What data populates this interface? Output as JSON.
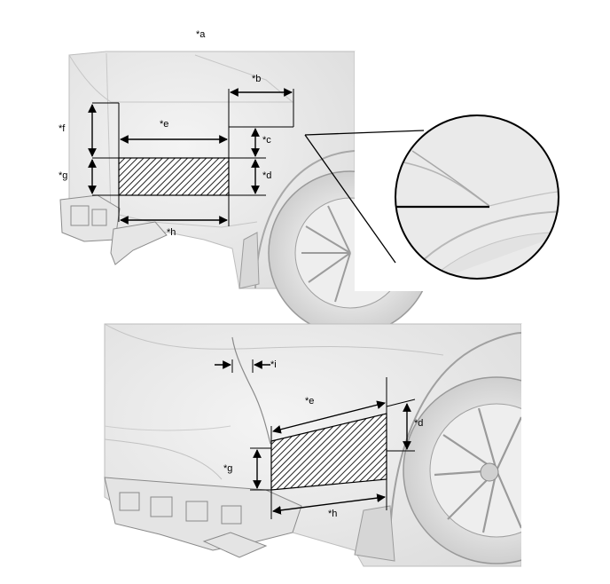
{
  "figure": {
    "title_callout": "*a",
    "top_view": {
      "callouts": {
        "b": "*b",
        "c": "*c",
        "d": "*d",
        "e": "*e",
        "f": "*f",
        "g": "*g",
        "h": "*h"
      }
    },
    "bottom_view": {
      "callouts": {
        "i": "*i",
        "e": "*e",
        "d": "*d",
        "g": "*g",
        "h": "*h"
      }
    }
  }
}
